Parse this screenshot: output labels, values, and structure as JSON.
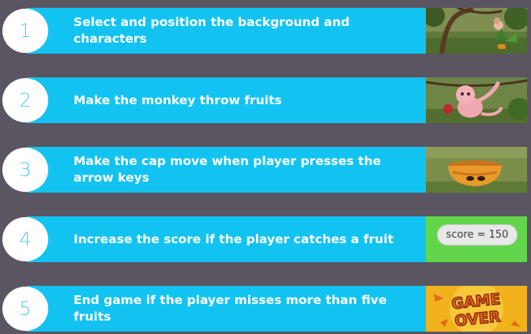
{
  "steps": [
    {
      "number": "1",
      "text": "Select and position the background and characters",
      "thumbnail": "jungle-scene-image"
    },
    {
      "number": "2",
      "text": "Make the monkey throw fruits",
      "thumbnail": "monkey-throwing-image"
    },
    {
      "number": "3",
      "text": "Make the cap move when player presses the arrow keys",
      "thumbnail": "basket-cap-image"
    },
    {
      "number": "4",
      "text": "Increase the score if the player catches a fruit",
      "thumbnail": "score-display",
      "score_text": "score = 150"
    },
    {
      "number": "5",
      "text": "End game if the player misses more than five fruits",
      "thumbnail": "game-over-image",
      "logo_text": "GAME OVER"
    }
  ],
  "colors": {
    "background": "#5a5560",
    "bar": "#12c3f2",
    "number": "#54c9ef",
    "score_panel": "#62d54a"
  }
}
